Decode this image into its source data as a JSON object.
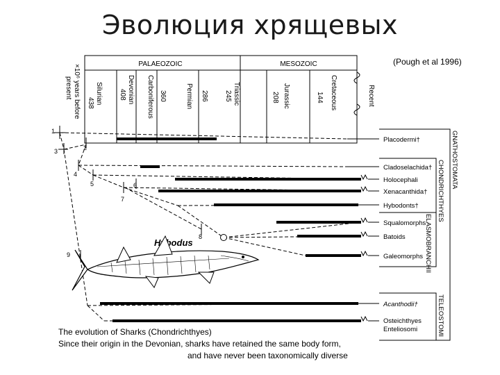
{
  "slide": {
    "title": "Эволюция хрящевых",
    "citation": "(Pough et al 1996)",
    "caption": [
      "The evolution of Sharks (Chondrichthyes)",
      "Since their origin in the Devonian, sharks have retained the same body form,",
      "and have never been taxonomically diverse"
    ]
  },
  "timescale": {
    "eras": [
      "PALAEOZOIC",
      "MESOZOIC"
    ],
    "axis_label_1": "×10⁶ years before",
    "axis_label_2": "present",
    "periods": [
      {
        "name": "Silurian",
        "age": "438"
      },
      {
        "name": "Devonian",
        "age": "408"
      },
      {
        "name": "Carboniferous",
        "age": "360"
      },
      {
        "name": "Permian",
        "age": "286"
      },
      {
        "name": "Triassic",
        "age": "245"
      },
      {
        "name": "Jurassic",
        "age": "208"
      },
      {
        "name": "Cretaceous",
        "age": "144"
      },
      {
        "name": "Recent",
        "age": ""
      }
    ]
  },
  "taxa": [
    {
      "label": "Placodermi†"
    },
    {
      "label": "Cladoselachida†"
    },
    {
      "label": "Holocephali"
    },
    {
      "label": "Xenacanthida†"
    },
    {
      "label": "Hybodonts†"
    },
    {
      "label": "Squalomorphs"
    },
    {
      "label": "Batoids"
    },
    {
      "label": "Galeomorphs"
    },
    {
      "label": "Acanthodii†"
    },
    {
      "label": "Osteichthyes"
    },
    {
      "label": "Enteliosomi"
    }
  ],
  "groups": [
    "GNATHOSTOMATA",
    "CHONDRICHTHYES",
    "ELASMOBRANCHII",
    "TELEOSTOMI"
  ],
  "nodes": [
    "1",
    "2",
    "3",
    "4",
    "5",
    "6",
    "7",
    "8",
    "9"
  ],
  "illustration": {
    "label": "Hybodus"
  }
}
